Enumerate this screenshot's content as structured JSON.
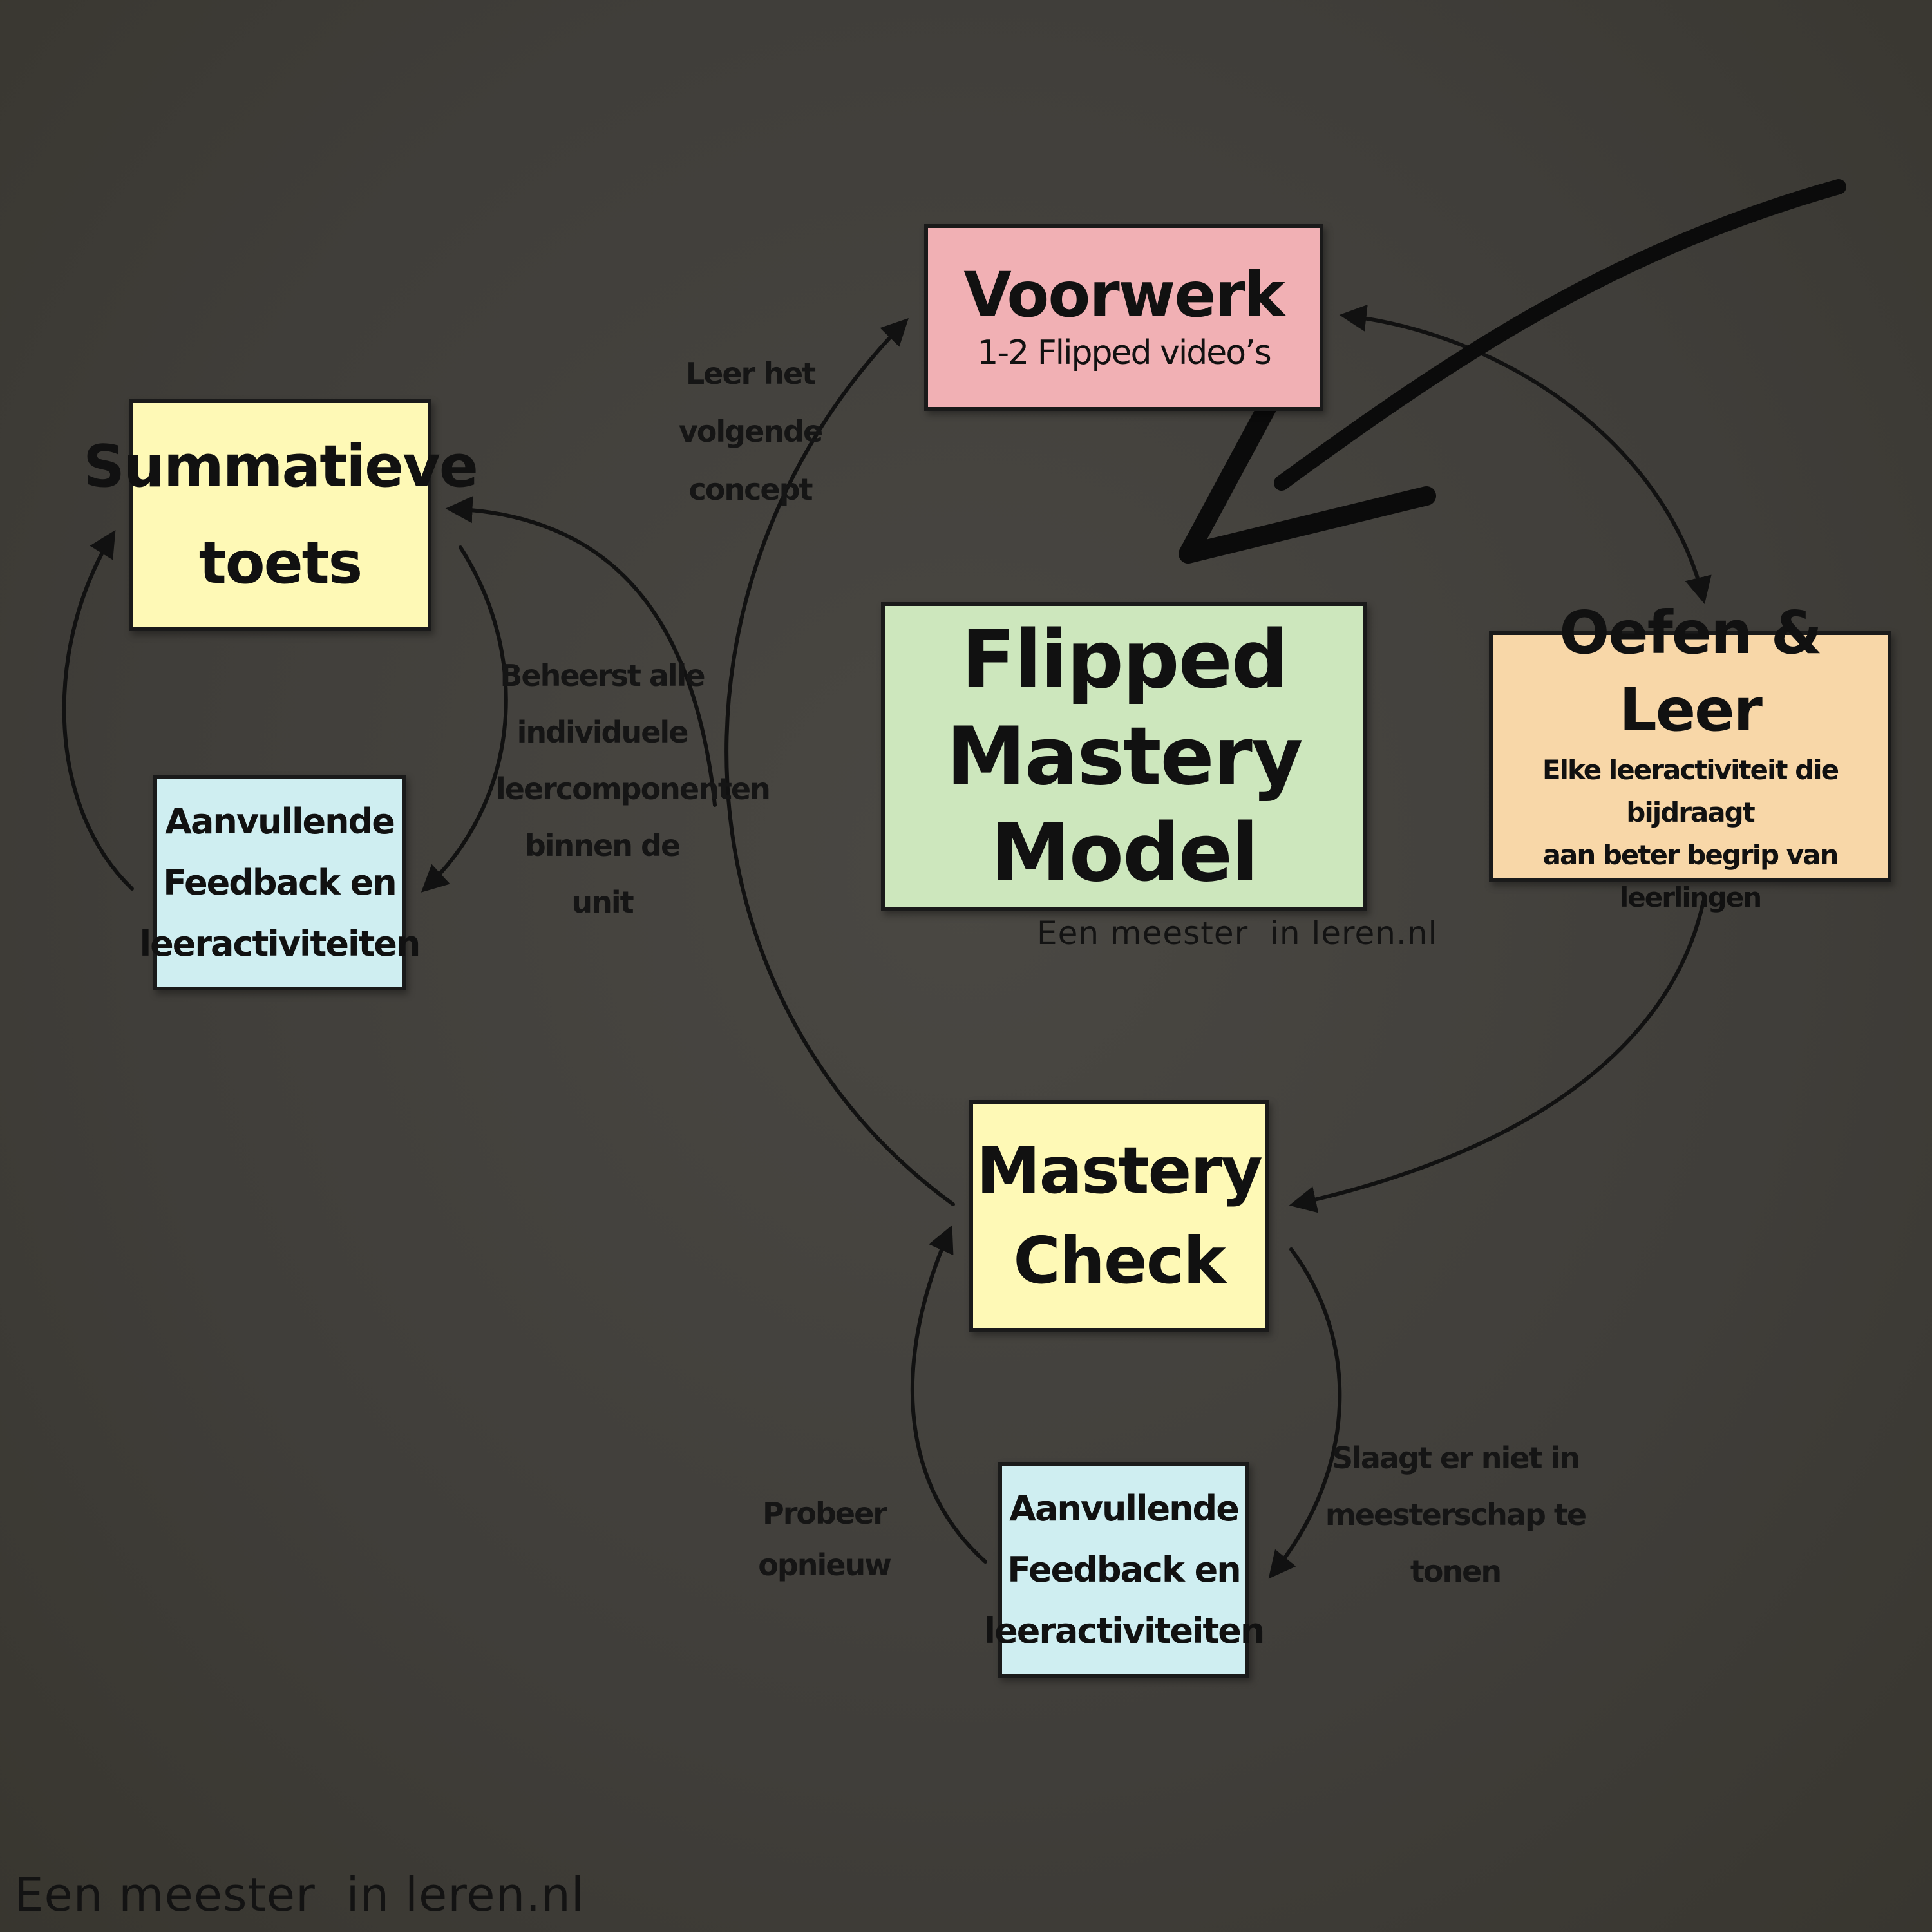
{
  "colors": {
    "background": "#43413c",
    "pink": "#f1b0b4",
    "yellow": "#fef9b6",
    "green": "#cde7bd",
    "orange": "#f8d7a8",
    "blue": "#cfeef1",
    "ink": "#111111"
  },
  "nodes": {
    "center": {
      "line1": "Flipped Mastery",
      "line2": "Model"
    },
    "voorwerk": {
      "title": "Voorwerk",
      "subtitle": "1-2 Flipped video’s"
    },
    "oefen": {
      "title": "Oefen & Leer",
      "line1": "Elke leeractiviteit die bijdraagt",
      "line2": "aan beter begrip van leerlingen"
    },
    "mastery": {
      "line1": "Mastery",
      "line2": "Check"
    },
    "feedback_bottom": {
      "line1": "Aanvullende",
      "line2": "Feedback en",
      "line3": "leeractiviteiten"
    },
    "summatieve": {
      "line1": "Summatieve",
      "line2": "toets"
    },
    "feedback_left": {
      "line1": "Aanvullende",
      "line2": "Feedback en",
      "line3": "leeractiviteiten"
    }
  },
  "edge_labels": {
    "leer": {
      "line1": "Leer het volgende",
      "line2": "concept"
    },
    "beheerst": {
      "line1": "Beheerst alle",
      "line2": "individuele",
      "line3": "leercomponenten",
      "line4": "binnen de unit"
    },
    "slaagt": {
      "line1": "Slaagt er niet in",
      "line2": "meesterschap te tonen"
    },
    "probeer": "Probeer opnieuw"
  },
  "watermarks": {
    "center": "Een meester  in leren.nl",
    "corner": "Een meester  in leren.nl"
  },
  "icons": {
    "big_arrow": "pointer-arrow-icon",
    "connector": "curved-arrow-icon"
  }
}
